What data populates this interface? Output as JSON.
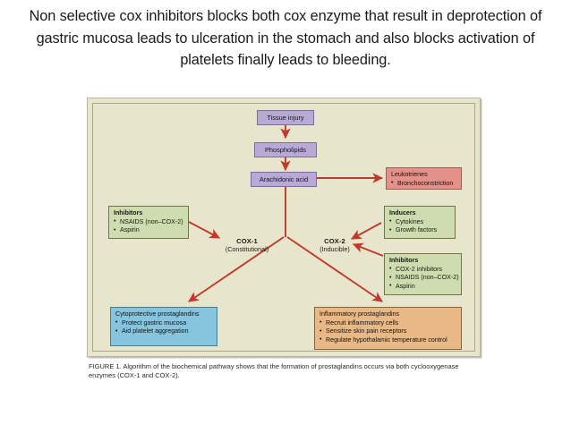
{
  "slide": {
    "title": "Non selective cox inhibitors blocks both cox enzyme that result in deprotection of gastric mucosa leads to ulceration in the stomach and also blocks activation of platelets finally leads to bleeding."
  },
  "figure": {
    "caption": "FIGURE 1. Algorithm of the biochemical pathway shows that the formation of prostaglandins occurs via both cyclooxygenase enzymes (COX-1 and COX-2).",
    "panel_background": "#e8e5cd",
    "arrow_color": "#c0392b"
  },
  "chain": {
    "tissue_injury": "Tissue injury",
    "phospholipids": "Phospholipids",
    "arachidonic_acid": "Arachidonic acid"
  },
  "leukotrienes": {
    "title": "Leukotrienes",
    "items": [
      "Bronchoconstriction"
    ],
    "color": "#e4918a"
  },
  "cox1": {
    "name": "COX-1",
    "sub": "(Constitutional)"
  },
  "cox2": {
    "name": "COX-2",
    "sub": "(Inducible)"
  },
  "inhibitors_left": {
    "title": "Inhibitors",
    "items": [
      "NSAIDS (non–COX-2)",
      "Aspirin"
    ],
    "color": "#cfdcb0"
  },
  "inducers_right": {
    "title": "Inducers",
    "items": [
      "Cytokines",
      "Growth factors"
    ],
    "color": "#cfdcb0"
  },
  "inhibitors_right": {
    "title": "Inhibitors",
    "items": [
      "COX-2 inhibitors",
      "NSAIDS (non–COX-2)",
      "Aspirin"
    ],
    "color": "#cfdcb0"
  },
  "cytoprotective": {
    "title": "Cytoprotective prostaglandins",
    "items": [
      "Protect gastric mucosa",
      "Aid platelet aggregation"
    ],
    "color": "#86c5dd"
  },
  "inflammatory": {
    "title": "Inflammatory prostaglandins",
    "items": [
      "Recruit inflammatory cells",
      "Sensitize skin pain receptors",
      "Regulate hypothalamic temperature control"
    ],
    "color": "#e8b987"
  }
}
